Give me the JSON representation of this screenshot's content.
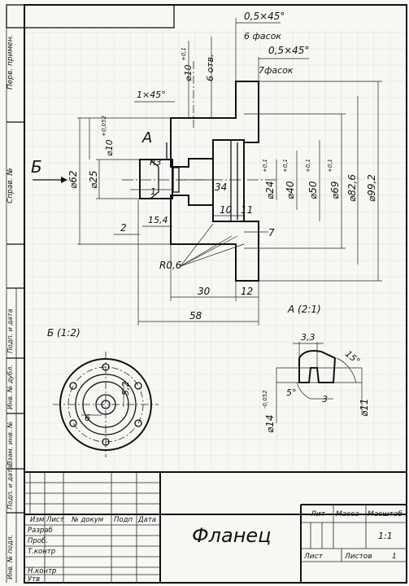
{
  "sheet": {
    "title": "Фланец",
    "scale": "1:1",
    "sheet_label": "Лист",
    "sheets_label": "Листов",
    "sheets_count": "1"
  },
  "left_margin": {
    "perv_primen": "Перв. примен.",
    "sprav_no": "Справ. №",
    "podp_i_data_1": "Подп. и дата",
    "inv_dubl": "Инв. № дубл.",
    "vzam_inv": "Взам. инв. №",
    "podp_i_data_2": "Подп. и дата",
    "inv_podl": "Инв. № подл."
  },
  "title_block": {
    "izm": "Изм",
    "list": "Лист",
    "n_dokum": "№ докум",
    "podp": "Подп",
    "data": "Дата",
    "razrab": "Разраб",
    "prov": "Проб.",
    "tkontr": "Т.контр",
    "nkontr": "Н.контр",
    "utv": "Утв",
    "lit": "Лит",
    "massa": "Масса",
    "masshtab": "Масштаб"
  },
  "views": {
    "section_label": "А",
    "view_arrow": "Б",
    "view_b_title": "Б (1:2)",
    "detail_title": "А (2:1)"
  },
  "dimensions": {
    "chamfer_top": "0,5×45°",
    "chamfer_top_count": "6 фасок",
    "chamfer_right": "0,5×45°",
    "chamfer_right_count": "7фасок",
    "chamfer_left": "1×45°",
    "hole_d10": "⌀10",
    "hole_d10_tol": "+0,1",
    "holes_count": "6 отв.",
    "bore_d10": "⌀10",
    "bore_d10_tol": "+0,052",
    "d62": "⌀62",
    "d25": "⌀25",
    "r3": "R3",
    "dim_1": "1",
    "dim_2": "2",
    "dim_15_4": "15,4",
    "dim_34": "34",
    "dim_10": "10",
    "dim_11": "11",
    "dim_7": "7",
    "d24": "⌀24",
    "d24_tol": "+0,1",
    "d40": "⌀40",
    "d40_tol": "+0,1",
    "d50": "⌀50",
    "d50_tol": "+0,1",
    "d69": "⌀69",
    "d69_tol": "+0,1",
    "d82_6": "⌀82,6",
    "d99_2": "⌀99,2",
    "r0_6": "R0,6",
    "dim_30": "30",
    "dim_12": "12",
    "dim_58": "58",
    "dim_5_2": "5,2",
    "dim_6": "6",
    "dim_3_3": "3,3",
    "angle_15": "15°",
    "angle_5": "5°",
    "dim_3": "3",
    "d14": "⌀14",
    "d14_tol": "-0,052",
    "d11": "⌀11"
  }
}
